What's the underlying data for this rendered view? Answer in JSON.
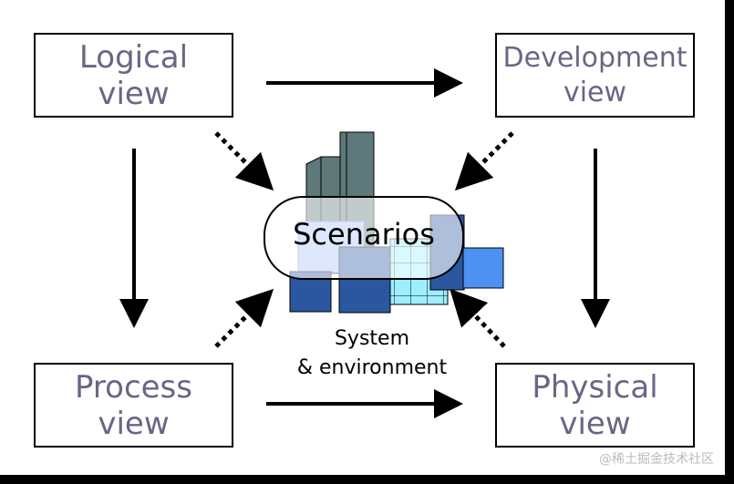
{
  "boxes": {
    "logical": {
      "line1": "Logical",
      "line2": "view"
    },
    "development": {
      "line1": "Development",
      "line2": "view"
    },
    "process": {
      "line1": "Process",
      "line2": "view"
    },
    "physical": {
      "line1": "Physical",
      "line2": "view"
    }
  },
  "center": {
    "label": "Scenarios",
    "caption_line1": "System",
    "caption_line2": "& environment"
  },
  "watermark": "@稀土掘金技术社区",
  "colors": {
    "box_text": "#6b6585",
    "tower": "#5f787a",
    "dark_blue": "#2a57a0",
    "light_blue": "#4d91f2",
    "cyan": "#9deeff"
  }
}
